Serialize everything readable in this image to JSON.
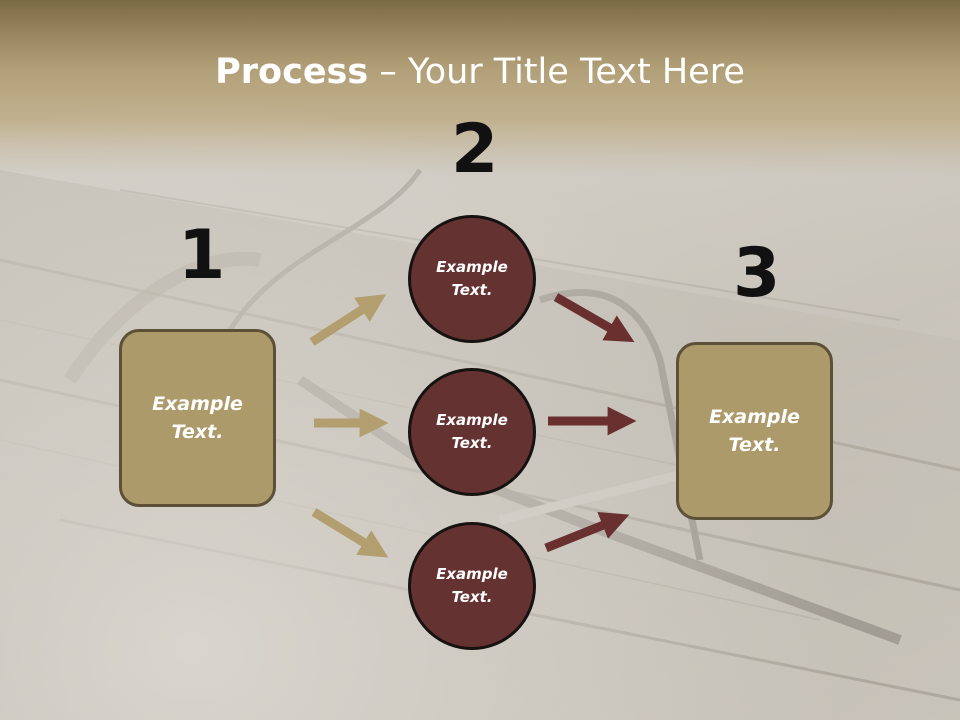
{
  "slide": {
    "title_bold": "Process",
    "title_rest": " – Your Title Text Here",
    "step_numbers": [
      "1",
      "2",
      "3"
    ],
    "left_box_text": "Example Text.",
    "right_box_text": "Example Text.",
    "circles": [
      {
        "text": "Example Text."
      },
      {
        "text": "Example Text."
      },
      {
        "text": "Example Text."
      }
    ],
    "colors": {
      "box_fill": "#ad9a6b",
      "circle_fill": "#653232",
      "tan_arrow": "#b29e6e",
      "maroon_arrow": "#6a2f2f"
    }
  }
}
